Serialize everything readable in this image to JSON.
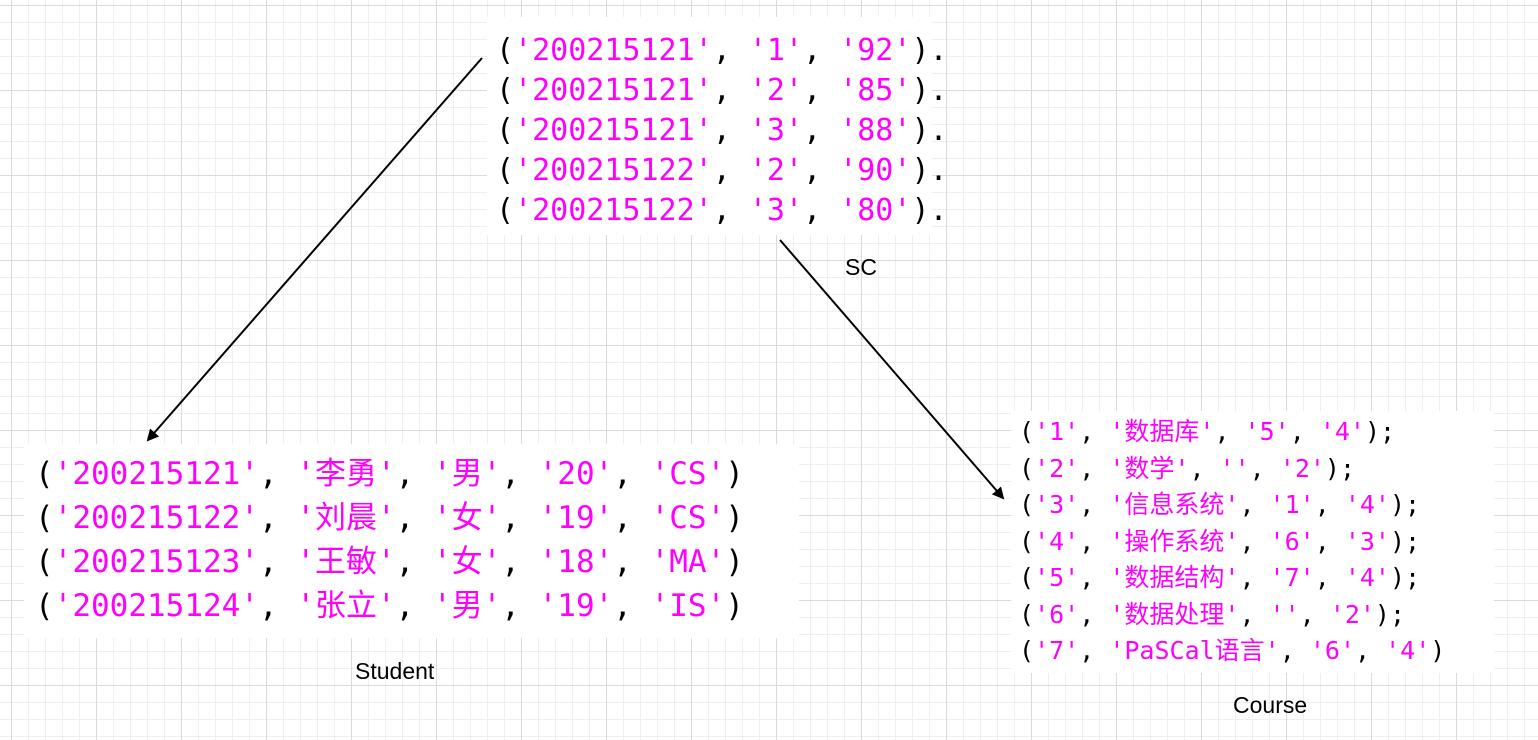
{
  "sc": {
    "label": "SC",
    "rows": [
      [
        [
          "p",
          "("
        ],
        [
          "s",
          "'200215121'"
        ],
        [
          "p",
          ", "
        ],
        [
          "s",
          "'1'"
        ],
        [
          "p",
          ", "
        ],
        [
          "s",
          "'92'"
        ],
        [
          "p",
          ")."
        ]
      ],
      [
        [
          "p",
          "("
        ],
        [
          "s",
          "'200215121'"
        ],
        [
          "p",
          ", "
        ],
        [
          "s",
          "'2'"
        ],
        [
          "p",
          ", "
        ],
        [
          "s",
          "'85'"
        ],
        [
          "p",
          ")."
        ]
      ],
      [
        [
          "p",
          "("
        ],
        [
          "s",
          "'200215121'"
        ],
        [
          "p",
          ", "
        ],
        [
          "s",
          "'3'"
        ],
        [
          "p",
          ", "
        ],
        [
          "s",
          "'88'"
        ],
        [
          "p",
          ")."
        ]
      ],
      [
        [
          "p",
          "("
        ],
        [
          "s",
          "'200215122'"
        ],
        [
          "p",
          ", "
        ],
        [
          "s",
          "'2'"
        ],
        [
          "p",
          ", "
        ],
        [
          "s",
          "'90'"
        ],
        [
          "p",
          ")."
        ]
      ],
      [
        [
          "p",
          "("
        ],
        [
          "s",
          "'200215122'"
        ],
        [
          "p",
          ", "
        ],
        [
          "s",
          "'3'"
        ],
        [
          "p",
          ", "
        ],
        [
          "s",
          "'80'"
        ],
        [
          "p",
          ")."
        ]
      ]
    ]
  },
  "student": {
    "label": "Student",
    "rows": [
      [
        [
          "p",
          "("
        ],
        [
          "s",
          "'200215121'"
        ],
        [
          "p",
          ", "
        ],
        [
          "s",
          "'李勇'"
        ],
        [
          "p",
          ", "
        ],
        [
          "s",
          "'男'"
        ],
        [
          "p",
          ", "
        ],
        [
          "s",
          "'20'"
        ],
        [
          "p",
          ", "
        ],
        [
          "s",
          "'CS'"
        ],
        [
          "p",
          ")"
        ]
      ],
      [
        [
          "p",
          "("
        ],
        [
          "s",
          "'200215122'"
        ],
        [
          "p",
          ", "
        ],
        [
          "s",
          "'刘晨'"
        ],
        [
          "p",
          ", "
        ],
        [
          "s",
          "'女'"
        ],
        [
          "p",
          ", "
        ],
        [
          "s",
          "'19'"
        ],
        [
          "p",
          ", "
        ],
        [
          "s",
          "'CS'"
        ],
        [
          "p",
          ")"
        ]
      ],
      [
        [
          "p",
          "("
        ],
        [
          "s",
          "'200215123'"
        ],
        [
          "p",
          ", "
        ],
        [
          "s",
          "'王敏'"
        ],
        [
          "p",
          ", "
        ],
        [
          "s",
          "'女'"
        ],
        [
          "p",
          ", "
        ],
        [
          "s",
          "'18'"
        ],
        [
          "p",
          ", "
        ],
        [
          "s",
          "'MA'"
        ],
        [
          "p",
          ")"
        ]
      ],
      [
        [
          "p",
          "("
        ],
        [
          "s",
          "'200215124'"
        ],
        [
          "p",
          ", "
        ],
        [
          "s",
          "'张立'"
        ],
        [
          "p",
          ", "
        ],
        [
          "s",
          "'男'"
        ],
        [
          "p",
          ", "
        ],
        [
          "s",
          "'19'"
        ],
        [
          "p",
          ", "
        ],
        [
          "s",
          "'IS'"
        ],
        [
          "p",
          ")"
        ]
      ]
    ]
  },
  "course": {
    "label": "Course",
    "rows": [
      [
        [
          "p",
          "("
        ],
        [
          "s",
          "'1'"
        ],
        [
          "p",
          ", "
        ],
        [
          "s",
          "'数据库'"
        ],
        [
          "p",
          ", "
        ],
        [
          "s",
          "'5'"
        ],
        [
          "p",
          ", "
        ],
        [
          "s",
          "'4'"
        ],
        [
          "p",
          ");"
        ]
      ],
      [
        [
          "p",
          "("
        ],
        [
          "s",
          "'2'"
        ],
        [
          "p",
          ", "
        ],
        [
          "s",
          "'数学'"
        ],
        [
          "p",
          ", "
        ],
        [
          "s",
          "''"
        ],
        [
          "p",
          ", "
        ],
        [
          "s",
          "'2'"
        ],
        [
          "p",
          ");"
        ]
      ],
      [
        [
          "p",
          "("
        ],
        [
          "s",
          "'3'"
        ],
        [
          "p",
          ", "
        ],
        [
          "s",
          "'信息系统'"
        ],
        [
          "p",
          ", "
        ],
        [
          "s",
          "'1'"
        ],
        [
          "p",
          ", "
        ],
        [
          "s",
          "'4'"
        ],
        [
          "p",
          ");"
        ]
      ],
      [
        [
          "p",
          "("
        ],
        [
          "s",
          "'4'"
        ],
        [
          "p",
          ", "
        ],
        [
          "s",
          "'操作系统'"
        ],
        [
          "p",
          ", "
        ],
        [
          "s",
          "'6'"
        ],
        [
          "p",
          ", "
        ],
        [
          "s",
          "'3'"
        ],
        [
          "p",
          ");"
        ]
      ],
      [
        [
          "p",
          "("
        ],
        [
          "s",
          "'5'"
        ],
        [
          "p",
          ", "
        ],
        [
          "s",
          "'数据结构'"
        ],
        [
          "p",
          ", "
        ],
        [
          "s",
          "'7'"
        ],
        [
          "p",
          ", "
        ],
        [
          "s",
          "'4'"
        ],
        [
          "p",
          ");"
        ]
      ],
      [
        [
          "p",
          "("
        ],
        [
          "s",
          "'6'"
        ],
        [
          "p",
          ", "
        ],
        [
          "s",
          "'数据处理'"
        ],
        [
          "p",
          ", "
        ],
        [
          "s",
          "''"
        ],
        [
          "p",
          ", "
        ],
        [
          "s",
          "'2'"
        ],
        [
          "p",
          ");"
        ]
      ],
      [
        [
          "p",
          "("
        ],
        [
          "s",
          "'7'"
        ],
        [
          "p",
          ", "
        ],
        [
          "s",
          "'PaSCal语言'"
        ],
        [
          "p",
          ", "
        ],
        [
          "s",
          "'6'"
        ],
        [
          "p",
          ", "
        ],
        [
          "s",
          "'4'"
        ],
        [
          "p",
          ")"
        ]
      ]
    ]
  },
  "colors": {
    "string_literal": "#ff00ff",
    "punctuation": "#000000",
    "arrow": "#000000",
    "grid": "#dadada"
  }
}
